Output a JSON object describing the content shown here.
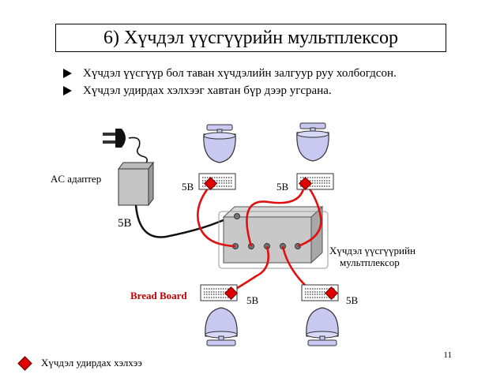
{
  "slide": {
    "title": "6) Хүчдэл үүсгүүрийн мультплексор",
    "bullets": [
      "Хүчдэл үүсгүүр бол таван хүчдэлийн залгуур руу холбогдсон.",
      "Хүчдэл удирдах хэлхээг хавтан бүр дээр угсрана."
    ],
    "page_number": "11"
  },
  "diagram": {
    "ac_adapter_label": "AC адаптер",
    "adapter_voltage": "5В",
    "mux_label_line1": "Хүчдэл үүсгүүрийн",
    "mux_label_line2": "мультплексор",
    "breadboard_label": "Bread Board",
    "voltage_labels": [
      "5В",
      "5В",
      "5В",
      "5В"
    ]
  },
  "legend": {
    "label": "Хүчдэл удирдах хэлхээ"
  },
  "colors": {
    "wire_red": "#e01010",
    "wire_black": "#111111",
    "control_circuit": "#e00000",
    "computer_fill": "#c8c8f0"
  }
}
